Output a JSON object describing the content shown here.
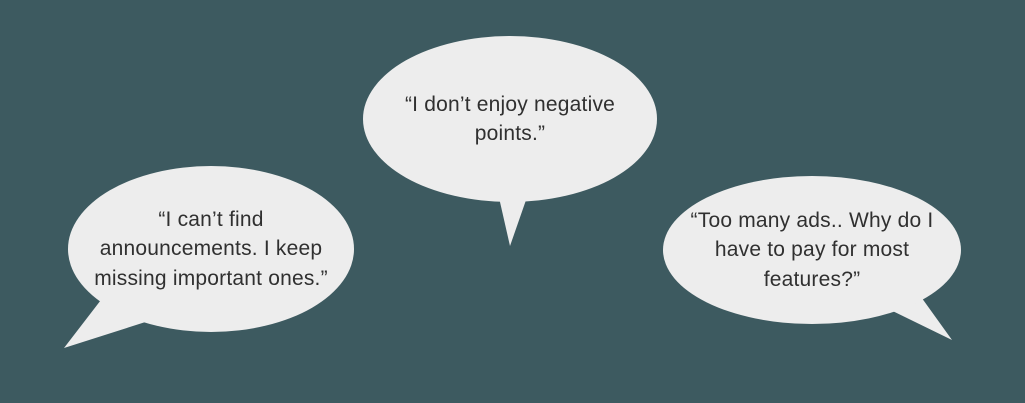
{
  "colors": {
    "background": "#3d5a60",
    "bubble": "#ededed",
    "text": "#303030"
  },
  "bubbles": [
    {
      "position": "left",
      "text": "“I can’t find announcements. I keep missing important ones.”"
    },
    {
      "position": "center",
      "text": "“I don’t enjoy negative points.”"
    },
    {
      "position": "right",
      "text": "“Too many ads.. Why do I have to pay for most features?”"
    }
  ]
}
